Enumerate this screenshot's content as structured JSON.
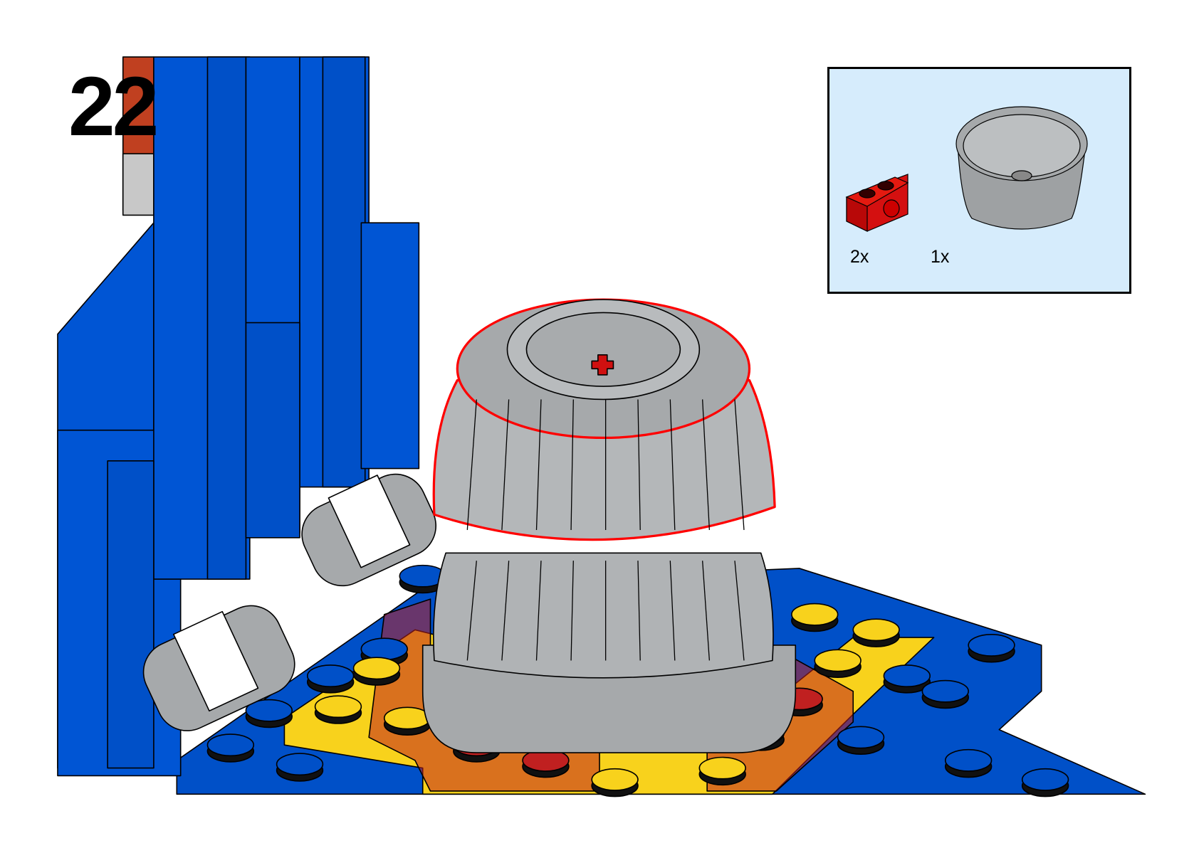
{
  "step": {
    "number": "22"
  },
  "parts_list": {
    "items": [
      {
        "part": "red-technic-brick-1x2",
        "quantity": "2x",
        "color": "#d01010"
      },
      {
        "part": "gray-barrel-half",
        "quantity": "1x",
        "color": "#a6a9ab"
      }
    ],
    "background": "#d6ecfc"
  },
  "colors": {
    "blue": "#0055d4",
    "yellow": "#f8d21c",
    "gray": "#a6a9ab",
    "highlight": "#ff0000"
  }
}
